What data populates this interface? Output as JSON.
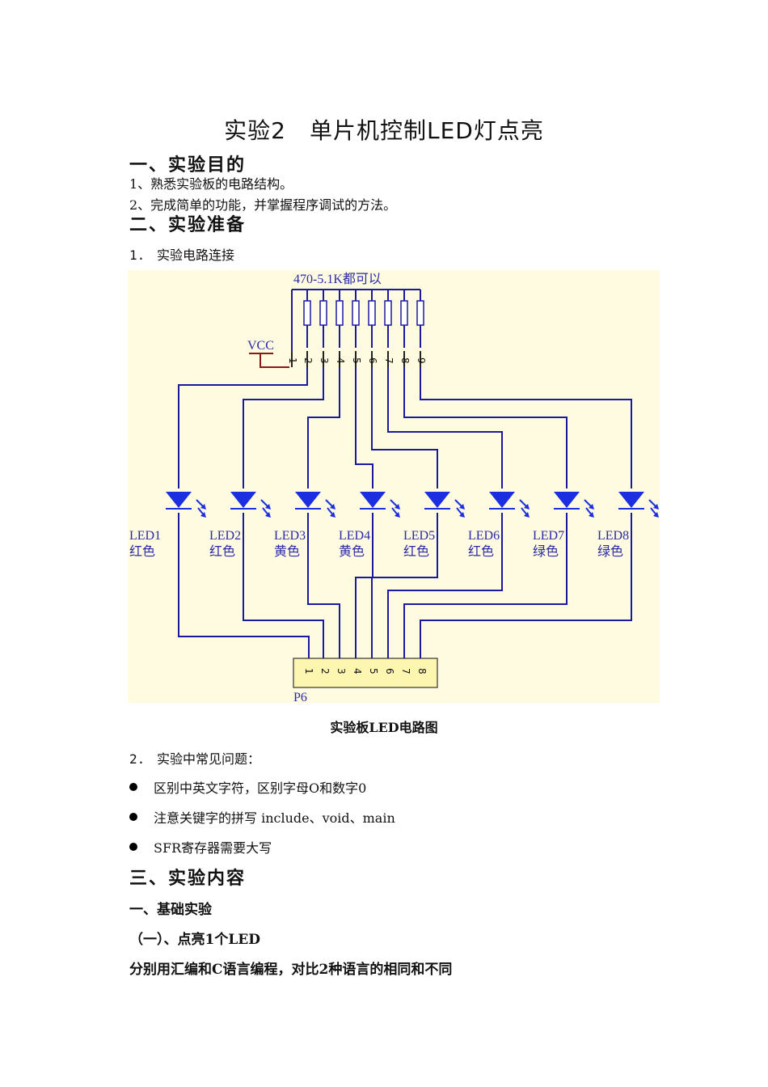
{
  "title": "实验2　单片机控制LED灯点亮",
  "sec1": {
    "heading": "一、实验目的",
    "items": [
      "1、熟悉实验板的电路结构。",
      "2、完成简单的功能，并掌握程序调试的方法。"
    ]
  },
  "sec2": {
    "heading": "二、实验准备",
    "step1_num": "1.",
    "step1_text": "实验电路连接",
    "figure": {
      "resistor_label": "470-5.1K都可以",
      "vcc": "VCC",
      "header_pins": [
        "1",
        "2",
        "3",
        "4",
        "5",
        "6",
        "7",
        "8",
        "9"
      ],
      "connector_pins": [
        "1",
        "2",
        "3",
        "4",
        "5",
        "6",
        "7",
        "8"
      ],
      "connector_name": "P6",
      "leds": [
        {
          "name": "LED1",
          "color": "红色"
        },
        {
          "name": "LED2",
          "color": "红色"
        },
        {
          "name": "LED3",
          "color": "黄色"
        },
        {
          "name": "LED4",
          "color": "黄色"
        },
        {
          "name": "LED5",
          "color": "红色"
        },
        {
          "name": "LED6",
          "color": "红色"
        },
        {
          "name": "LED7",
          "color": "绿色"
        },
        {
          "name": "LED8",
          "color": "绿色"
        }
      ]
    },
    "caption": "实验板LED电路图",
    "step2_num": "2.",
    "step2_text": "实验中常见问题：",
    "bullets": [
      "区别中英文字符，区别字母O和数字0",
      "注意关键字的拼写 include、void、main",
      "SFR寄存器需要大写"
    ]
  },
  "sec3": {
    "heading": "三、实验内容",
    "sub1": "一、基础实验",
    "sub2": "（一）、点亮1个LED",
    "text": "分别用汇编和C语言编程，对比2种语言的相同和不同"
  },
  "colors": {
    "wire": "#1a1aa0",
    "led": "#1b2ee0",
    "background": "#fefbe0",
    "vcc": "#8a1a1a"
  }
}
